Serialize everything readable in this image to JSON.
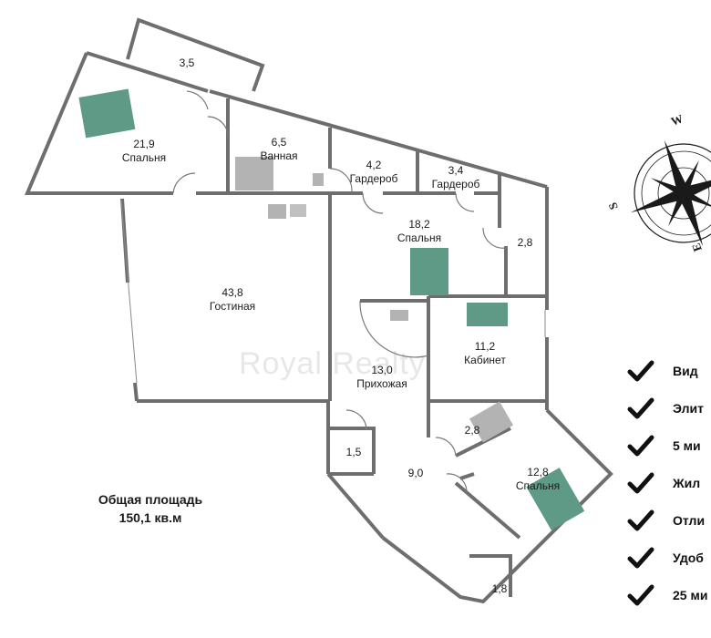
{
  "rooms": [
    {
      "area": "21,9",
      "name": "Спальня"
    },
    {
      "area": "3,5"
    },
    {
      "area": "6,5",
      "name": "Ванная"
    },
    {
      "area": "4,2",
      "name": "Гардероб"
    },
    {
      "area": "3,4",
      "name": "Гардероб"
    },
    {
      "area": "18,2",
      "name": "Спальня"
    },
    {
      "area": "2,8"
    },
    {
      "area": "43,8",
      "name": "Гостиная"
    },
    {
      "area": "11,2",
      "name": "Кабинет"
    },
    {
      "area": "13,0",
      "name": "Прихожая"
    },
    {
      "area": "2,8"
    },
    {
      "area": "1,5"
    },
    {
      "area": "9,0"
    },
    {
      "area": "12,8",
      "name": "Спальня"
    },
    {
      "area": "1,8"
    }
  ],
  "total": {
    "line1": "Общая площадь",
    "line2": "150,1 кв.м"
  },
  "watermark": "Royal Realty",
  "compass": {
    "w": "W",
    "s": "S",
    "e": "E"
  },
  "features": [
    "Вид",
    "Элит",
    "5 ми",
    "Жил",
    "Отли",
    "Удоб",
    "25 ми"
  ],
  "colors": {
    "wall": "#6e6e6e",
    "bed": "#5e9a85",
    "fixture": "#b3b3b3",
    "compass": "#1a1a1a"
  }
}
